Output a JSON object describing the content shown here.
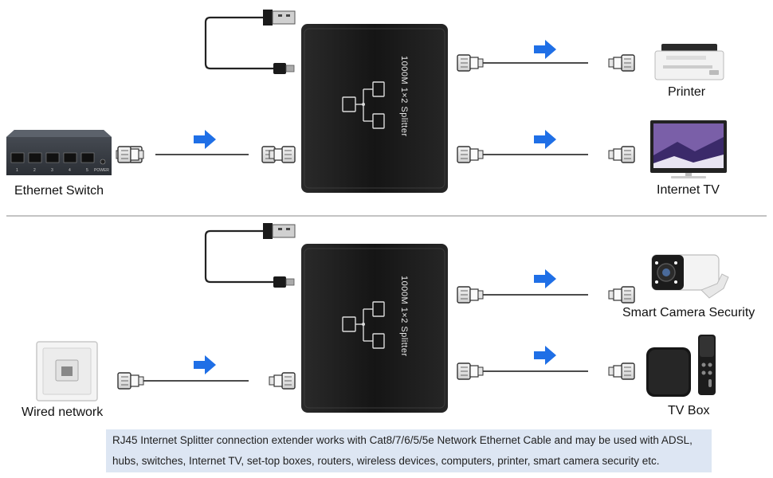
{
  "top_section": {
    "source_label": "Ethernet Switch",
    "outputs": [
      "Printer",
      "Internet TV"
    ],
    "splitter_label": "1000M 1×2 Splitter"
  },
  "bottom_section": {
    "source_label": "Wired network",
    "outputs": [
      "Smart Camera Security",
      "TV Box"
    ],
    "splitter_label": "1000M 1×2 Splitter"
  },
  "switch_port_labels": [
    "1",
    "2",
    "3",
    "4",
    "5",
    "POWER"
  ],
  "caption": {
    "line1": "RJ45 Internet Splitter connection extender works with Cat8/7/6/5/5e Network Ethernet Cable and may be used with ADSL,",
    "line2": "hubs, switches, Internet TV, set-top boxes, routers, wireless devices, computers, printer, smart camera security etc."
  },
  "colors": {
    "arrow": "#1f6fe6",
    "splitter_body": "#1c1c1c",
    "caption_bg": "#dde6f3",
    "divider": "#888888"
  }
}
